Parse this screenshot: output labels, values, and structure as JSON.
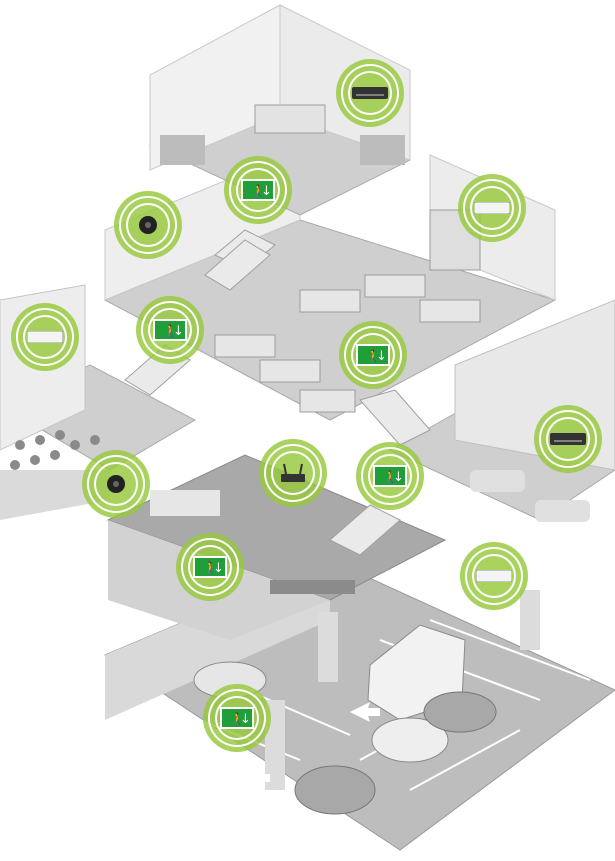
{
  "colors": {
    "hotspot_green": "#96c83c",
    "exit_sign_green": "#1f9e3a",
    "floor_gray": "#c9c9c9",
    "wall_gray": "#e4e4e4",
    "dark_gray": "#555555"
  },
  "devices": [
    {
      "id": "top-office-ac",
      "kind": "air-conditioner-dark-icon"
    },
    {
      "id": "top-exit-sign",
      "kind": "exit-sign-icon"
    },
    {
      "id": "smoke-detector-1",
      "kind": "smoke-detector-icon"
    },
    {
      "id": "classroom-ac",
      "kind": "air-conditioner-light-icon"
    },
    {
      "id": "lecture-ac",
      "kind": "air-conditioner-light-icon"
    },
    {
      "id": "mid-exit-sign-left",
      "kind": "exit-sign-icon"
    },
    {
      "id": "mid-exit-sign-right",
      "kind": "exit-sign-icon"
    },
    {
      "id": "smoke-detector-2",
      "kind": "smoke-detector-icon"
    },
    {
      "id": "wireless-router",
      "kind": "router-icon"
    },
    {
      "id": "stair-exit-sign",
      "kind": "exit-sign-icon"
    },
    {
      "id": "lounge-ac",
      "kind": "air-conditioner-dark-icon"
    },
    {
      "id": "lobby-exit-sign",
      "kind": "exit-sign-icon"
    },
    {
      "id": "lounge-ac-2",
      "kind": "air-conditioner-light-icon"
    },
    {
      "id": "parking-exit-sign",
      "kind": "exit-sign-icon"
    }
  ]
}
